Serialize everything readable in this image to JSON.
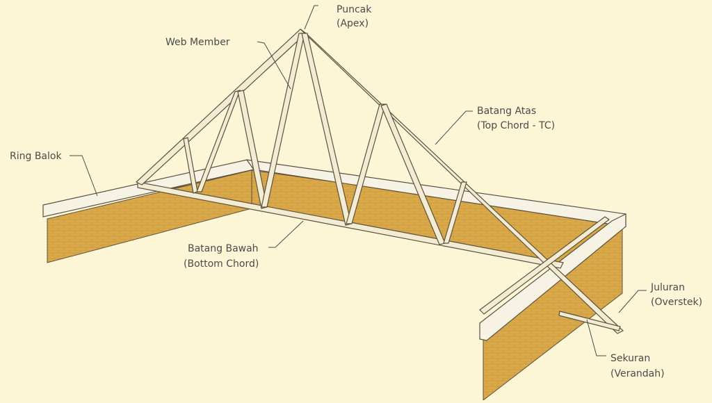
{
  "colors": {
    "background": "#fdf6d6",
    "brick": "#d9a94a",
    "brick_dark": "#b8862f",
    "ring_beam": "#f6f2e4",
    "truss_timber": "#f3ecd2",
    "outline": "#5a5140",
    "label_text": "#4a4a4a"
  },
  "labels": {
    "apex": {
      "line1": "Puncak",
      "line2": "(Apex)"
    },
    "web_member": {
      "line1": "Web Member"
    },
    "top_chord": {
      "line1": "Batang Atas",
      "line2": "(Top Chord - TC)"
    },
    "ring_beam": {
      "line1": "Ring Balok"
    },
    "bottom_chord": {
      "line1": "Batang Bawah",
      "line2": "(Bottom Chord)"
    },
    "overhang": {
      "line1": "Juluran",
      "line2": "(Overstek)"
    },
    "verandah": {
      "line1": "Sekuran",
      "line2": "(Verandah)"
    }
  }
}
